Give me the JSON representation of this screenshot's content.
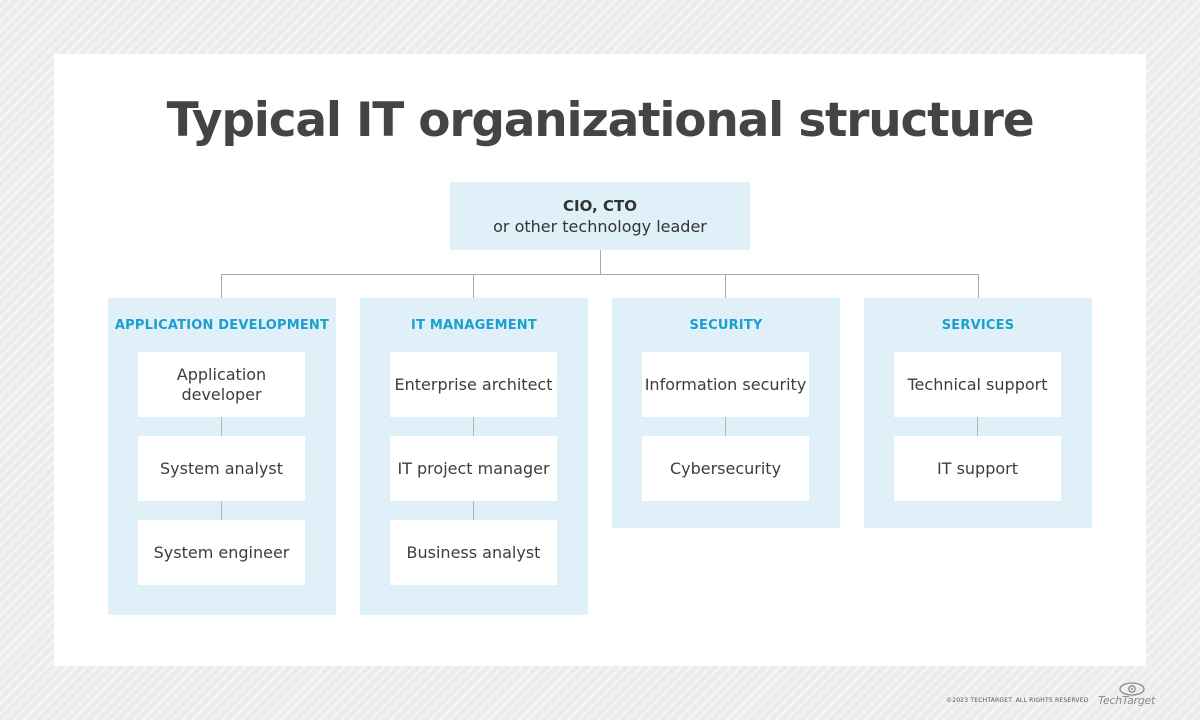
{
  "title": "Typical IT organizational structure",
  "leader": {
    "line1": "CIO, CTO",
    "line2": "or other technology leader"
  },
  "columns": [
    {
      "title": "APPLICATION DEVELOPMENT",
      "roles": [
        "Application developer",
        "System analyst",
        "System engineer"
      ]
    },
    {
      "title": "IT MANAGEMENT",
      "roles": [
        "Enterprise architect",
        "IT project manager",
        "Business analyst"
      ]
    },
    {
      "title": "SECURITY",
      "roles": [
        "Information security",
        "Cybersecurity"
      ]
    },
    {
      "title": "SERVICES",
      "roles": [
        "Technical support",
        "IT support"
      ]
    }
  ],
  "footer": {
    "copyright": "©2023 TECHTARGET. ALL RIGHTS RESERVED",
    "logo": "TechTarget"
  },
  "colors": {
    "box_fill": "#dff0f8",
    "column_title": "#1a9fd0",
    "title_text": "#444444"
  }
}
